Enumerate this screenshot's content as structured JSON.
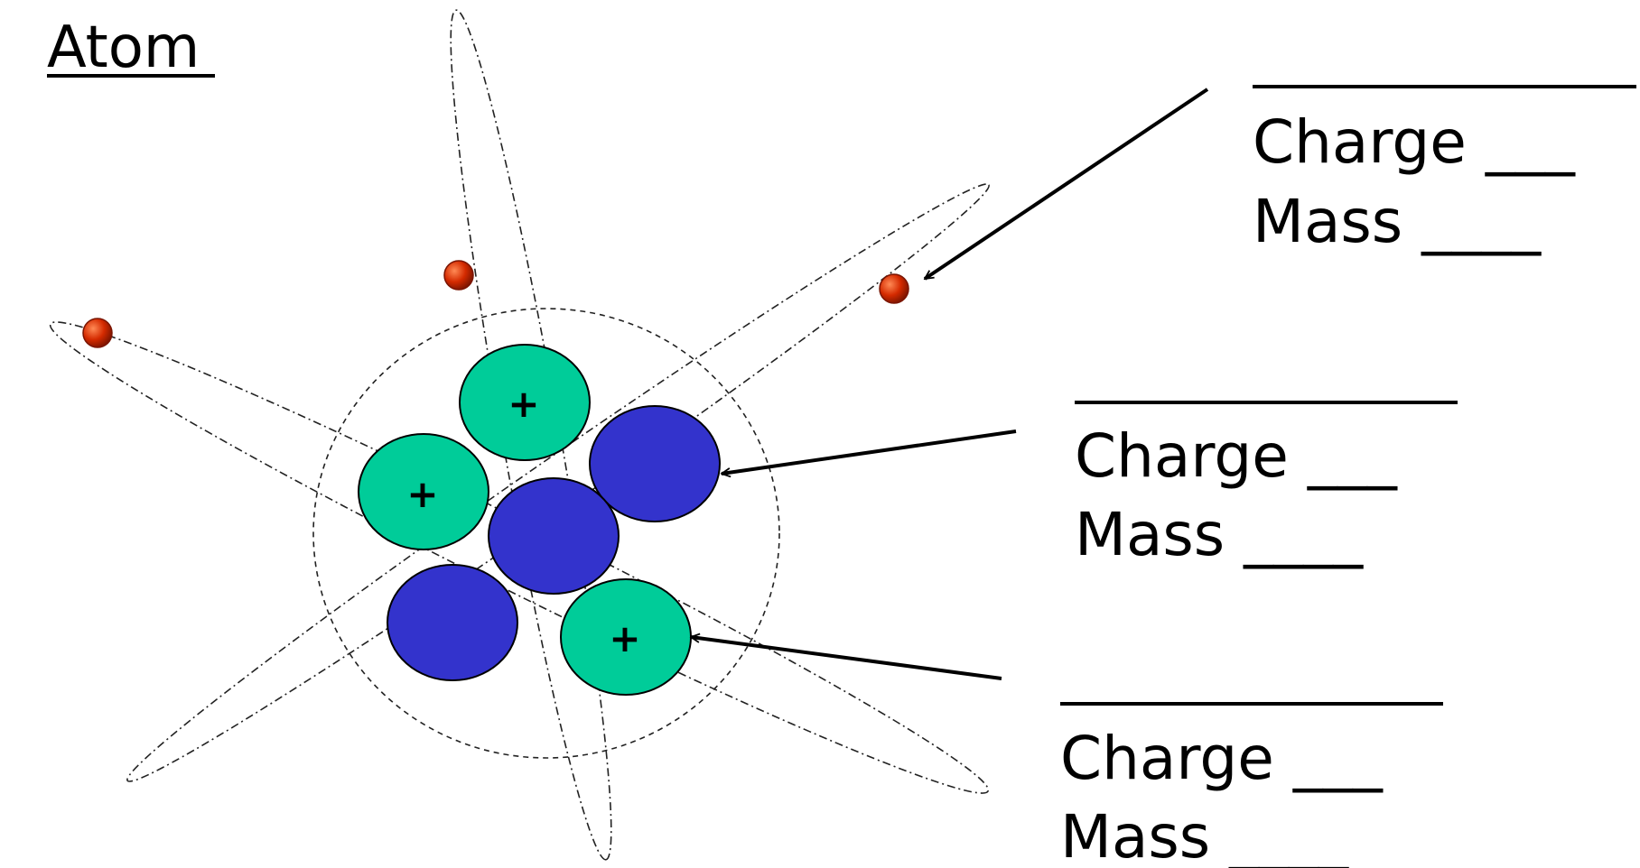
{
  "title": "Atom",
  "colors": {
    "proton": "#00CC99",
    "neutron": "#3333CC",
    "electron": "#D42A00",
    "line": "#000000"
  },
  "particles": {
    "proton_symbol": "+",
    "proton_count": 3,
    "neutron_count": 3,
    "electron_count": 3
  },
  "labels": [
    {
      "charge": "Charge ___",
      "mass": "Mass ____"
    },
    {
      "charge": "Charge ___",
      "mass": "Mass ____"
    },
    {
      "charge": "Charge ___",
      "mass": "Mass ____"
    }
  ]
}
